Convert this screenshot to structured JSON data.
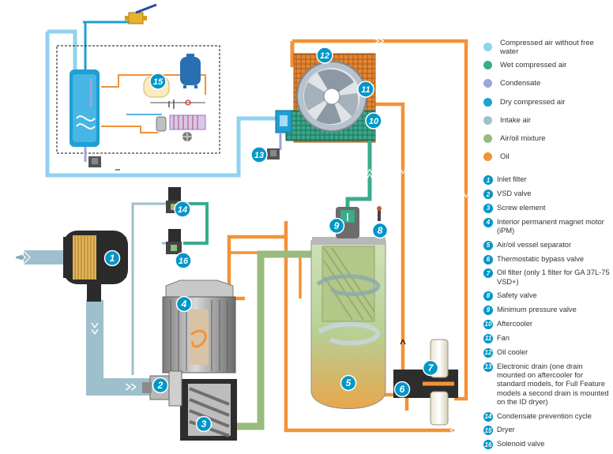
{
  "colors": {
    "compressed_air": "#8fd3f0",
    "wet_compressed_air": "#3aab8c",
    "condensate": "#9aa6dc",
    "dry_compressed_air": "#1f9fd3",
    "intake_air": "#9ebfcc",
    "air_oil_mixture": "#99bb7d",
    "oil": "#f39237",
    "badge": "#0096c8"
  },
  "legend": {
    "flows": [
      {
        "label": "Compressed air without free water",
        "color": "#8fd3f0"
      },
      {
        "label": "Wet compressed air",
        "color": "#3aab8c"
      },
      {
        "label": "Condensate",
        "color": "#9aa6dc"
      },
      {
        "label": "Dry compressed air",
        "color": "#1f9fd3"
      },
      {
        "label": "Intake air",
        "color": "#9ebfcc"
      },
      {
        "label": "Air/oil mixture",
        "color": "#99bb7d"
      },
      {
        "label": "Oil",
        "color": "#f39237"
      }
    ],
    "components": [
      {
        "num": "1",
        "label": "Inlet filter"
      },
      {
        "num": "2",
        "label": "VSD valve"
      },
      {
        "num": "3",
        "label": "Screw element"
      },
      {
        "num": "4",
        "label": "Interior permanent magnet motor (iPM)"
      },
      {
        "num": "5",
        "label": "Air/oil vessel separator"
      },
      {
        "num": "6",
        "label": "Thermostatic bypass valve"
      },
      {
        "num": "7",
        "label": "Oil filter (only 1 filter for GA 37L-75 VSD+)"
      },
      {
        "num": "8",
        "label": "Safety valve"
      },
      {
        "num": "9",
        "label": "Minimum pressure valve"
      },
      {
        "num": "10",
        "label": "Aftercooler"
      },
      {
        "num": "11",
        "label": "Fan"
      },
      {
        "num": "12",
        "label": "Oil cooler"
      },
      {
        "num": "13",
        "label": "Electronic drain (one drain mounted on aftercooler for standard models, for Full Feature models a second drain is mounted on the ID dryer)"
      },
      {
        "num": "14",
        "label": "Condensate prevention cycle"
      },
      {
        "num": "15",
        "label": "Dryer"
      },
      {
        "num": "16",
        "label": "Solenoid valve"
      }
    ]
  },
  "diagram_badges": [
    {
      "num": "1"
    },
    {
      "num": "2"
    },
    {
      "num": "3"
    },
    {
      "num": "4"
    },
    {
      "num": "5"
    },
    {
      "num": "6"
    },
    {
      "num": "7"
    },
    {
      "num": "8"
    },
    {
      "num": "9"
    },
    {
      "num": "10"
    },
    {
      "num": "11"
    },
    {
      "num": "12"
    },
    {
      "num": "13"
    },
    {
      "num": "14"
    },
    {
      "num": "15"
    },
    {
      "num": "16"
    }
  ]
}
